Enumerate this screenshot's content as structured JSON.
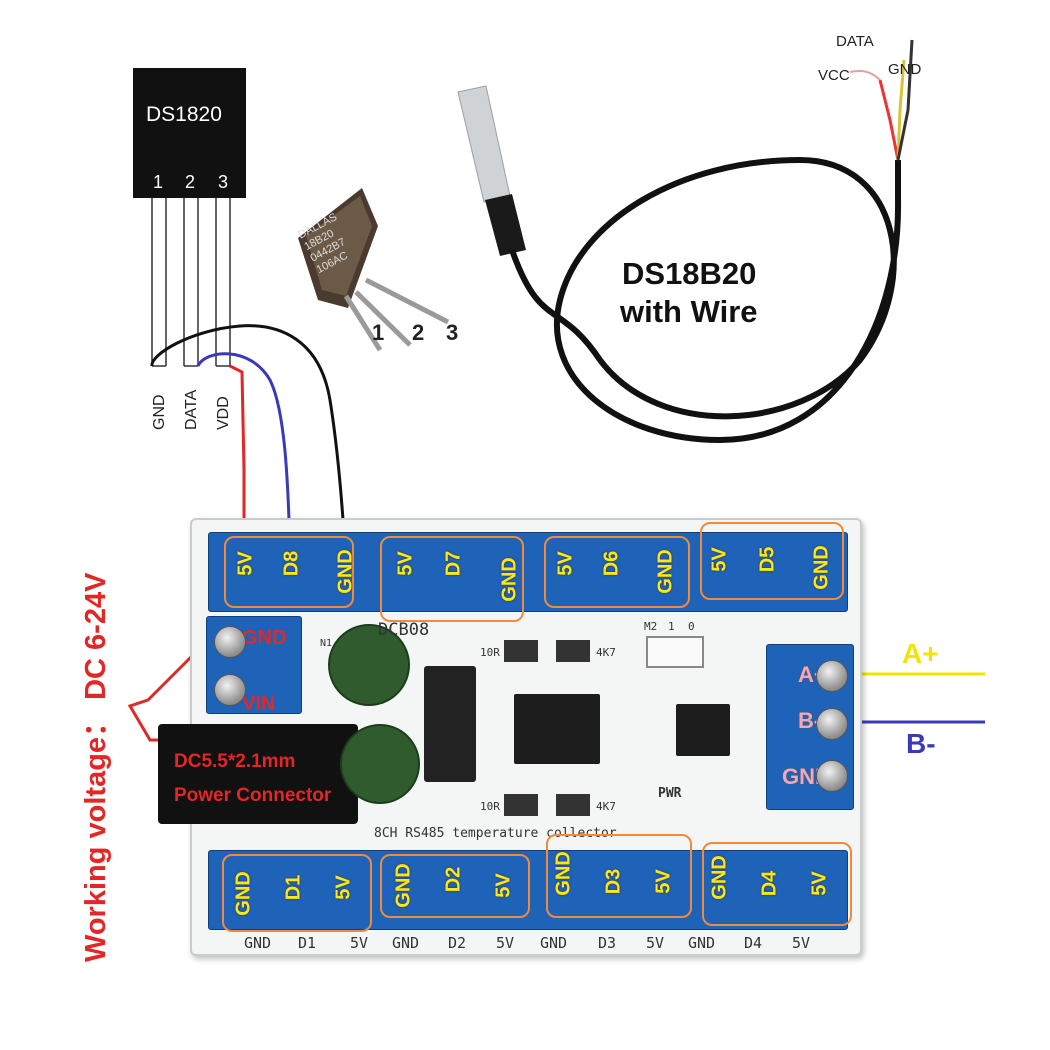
{
  "sensor_chip": {
    "title": "DS1820",
    "pins": [
      "1",
      "2",
      "3"
    ],
    "pin_labels": [
      "GND",
      "DATA",
      "VDD"
    ]
  },
  "to92_package": {
    "marking": [
      "DALLAS",
      "18B20",
      "0442B7",
      "106AC"
    ],
    "pins": [
      "1",
      "2",
      "3"
    ]
  },
  "probe": {
    "wire_labels": [
      "DATA",
      "VCC",
      "GND"
    ],
    "caption_line1": "DS18B20",
    "caption_line2": "with Wire"
  },
  "side_label": {
    "text": "Working voltage： DC 6-24V"
  },
  "board": {
    "name": "DCB08",
    "silk_caption": "8CH RS485 temperature collector",
    "top_terminals": [
      {
        "pins": [
          "5V",
          "D8",
          "GND"
        ]
      },
      {
        "pins": [
          "5V",
          "D7",
          "GND"
        ]
      },
      {
        "pins": [
          "5V",
          "D6",
          "GND"
        ]
      },
      {
        "pins": [
          "5V",
          "D5",
          "GND"
        ]
      }
    ],
    "bottom_terminals": [
      {
        "pins": [
          "GND",
          "D1",
          "5V"
        ]
      },
      {
        "pins": [
          "GND",
          "D2",
          "5V"
        ]
      },
      {
        "pins": [
          "GND",
          "D3",
          "5V"
        ]
      },
      {
        "pins": [
          "GND",
          "D4",
          "5V"
        ]
      }
    ],
    "bottom_silk": [
      "GND",
      "D1",
      "5V",
      "GND",
      "D2",
      "5V",
      "GND",
      "D3",
      "5V",
      "GND",
      "D4",
      "5V"
    ],
    "power_terminal": [
      "GND",
      "VIN"
    ],
    "rs485_terminal": [
      "A+",
      "B-",
      "GND"
    ],
    "power_connector_line1": "DC5.5*2.1mm",
    "power_connector_line2": "Power Connector",
    "silk_marks": {
      "n1": "N1",
      "m2": "M2",
      "m2_1": "1",
      "m2_0": "0",
      "r_top_left": "10R",
      "r_top_right": "4K7",
      "r_bot_left": "10R",
      "r_bot_right": "4K7",
      "pwr": "PWR"
    }
  },
  "rs485_lines": {
    "a_label": "A+",
    "b_label": "B-"
  },
  "colors": {
    "terminal_blue": "#1f63b8",
    "terminal_label_yellow": "#ffe61a",
    "group_outline_orange": "#f08a3c",
    "wire_red": "#e32626",
    "wire_blue": "#3a3ab8",
    "wire_black": "#111111",
    "line_yellow": "#f2e400",
    "line_blue": "#3a3ab8",
    "pink_label": "#f2a7b8"
  }
}
